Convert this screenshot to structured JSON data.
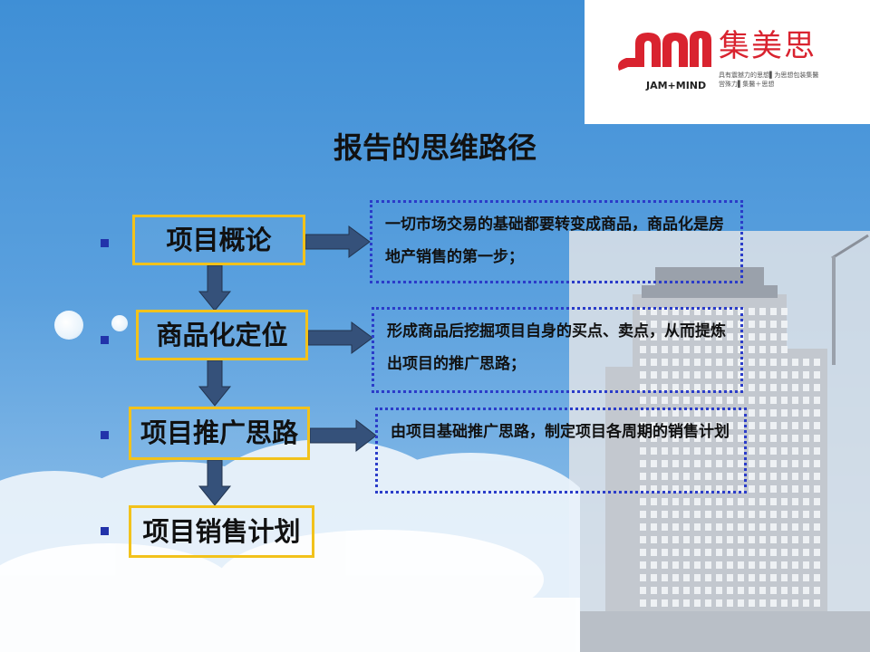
{
  "slide": {
    "title": "报告的思维路径",
    "steps": [
      {
        "label": "项目概论",
        "description": "一切市场交易的基础都要转变成商品，商品化是房地产销售的第一步；"
      },
      {
        "label": "商品化定位",
        "description": "形成商品后挖掘项目自身的买点、卖点，从而提炼出项目的推广思路；"
      },
      {
        "label": "项目推广思路",
        "description": "由项目基础推广思路，制定项目各周期的销售计划"
      },
      {
        "label": "项目销售计划"
      }
    ]
  },
  "logo": {
    "chinese_name": "集美思",
    "english_name": "JAM+MIND",
    "tagline_1": "具有震撼力的思想▌为思想包装集醫",
    "tagline_2": "営殊力▌集醫＋思想"
  },
  "colors": {
    "background": "#4f97db",
    "step_border": "#f2c21b",
    "desc_border": "#2b3cc9",
    "arrow_fill": "#35517a",
    "bullet": "#2233aa",
    "logo_red": "#d9232f"
  }
}
